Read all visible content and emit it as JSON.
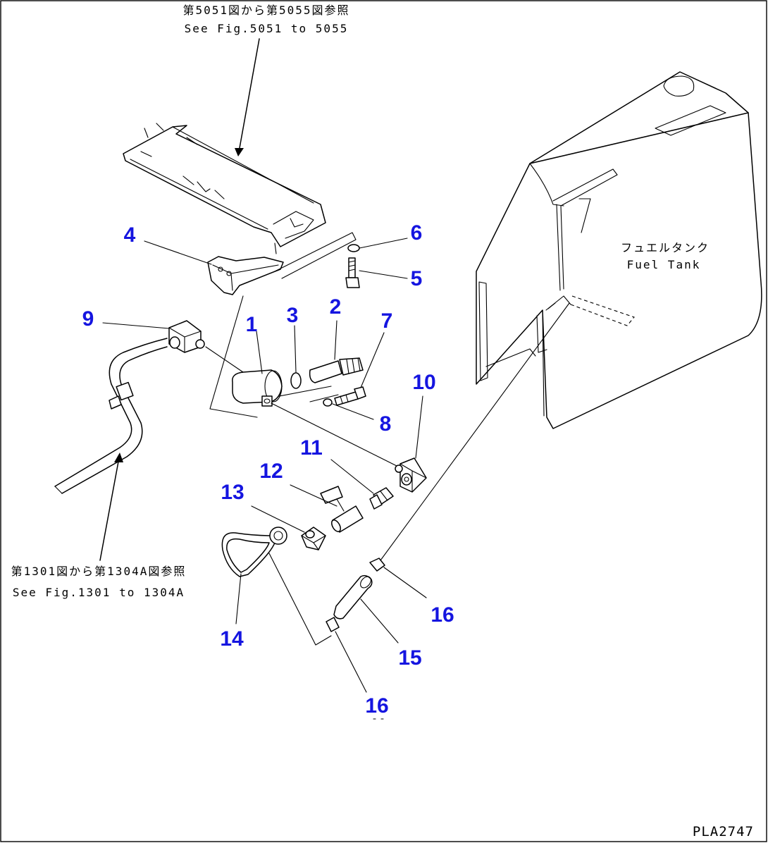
{
  "references": {
    "top_jp": "第5051図から第5055図参照",
    "top_en": "See Fig.5051 to 5055",
    "left_jp": "第1301図から第1304A図参照",
    "left_en": "See Fig.1301 to 1304A"
  },
  "tank_label": {
    "jp": "フュエルタンク",
    "en": "Fuel Tank"
  },
  "callouts": [
    "1",
    "2",
    "3",
    "4",
    "5",
    "6",
    "7",
    "8",
    "9",
    "10",
    "11",
    "12",
    "13",
    "14",
    "15",
    "16",
    "16"
  ],
  "figure_code": "PLA2747",
  "colors": {
    "callout": "#1515e0",
    "line": "#000000",
    "background": "#ffffff"
  }
}
